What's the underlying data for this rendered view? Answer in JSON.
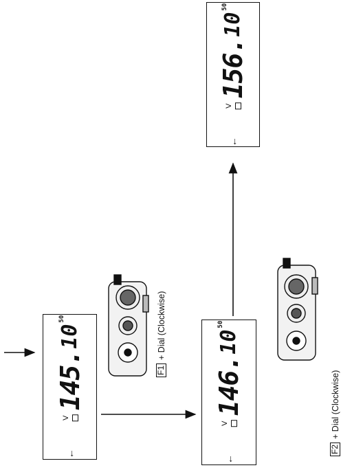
{
  "displays": [
    {
      "arrow": "←",
      "mode": "V",
      "int": "145.",
      "dec": "10",
      "sub": "50"
    },
    {
      "arrow": "←",
      "mode": "V",
      "int": "146.",
      "dec": "10",
      "sub": "50"
    },
    {
      "arrow": "←",
      "mode": "V",
      "int": "156.",
      "dec": "10",
      "sub": "50"
    }
  ],
  "captions": [
    {
      "key": "F1",
      "text": "+ Dial (Clockwise)"
    },
    {
      "key": "F2",
      "text": "+ Dial (Clockwise)"
    }
  ]
}
